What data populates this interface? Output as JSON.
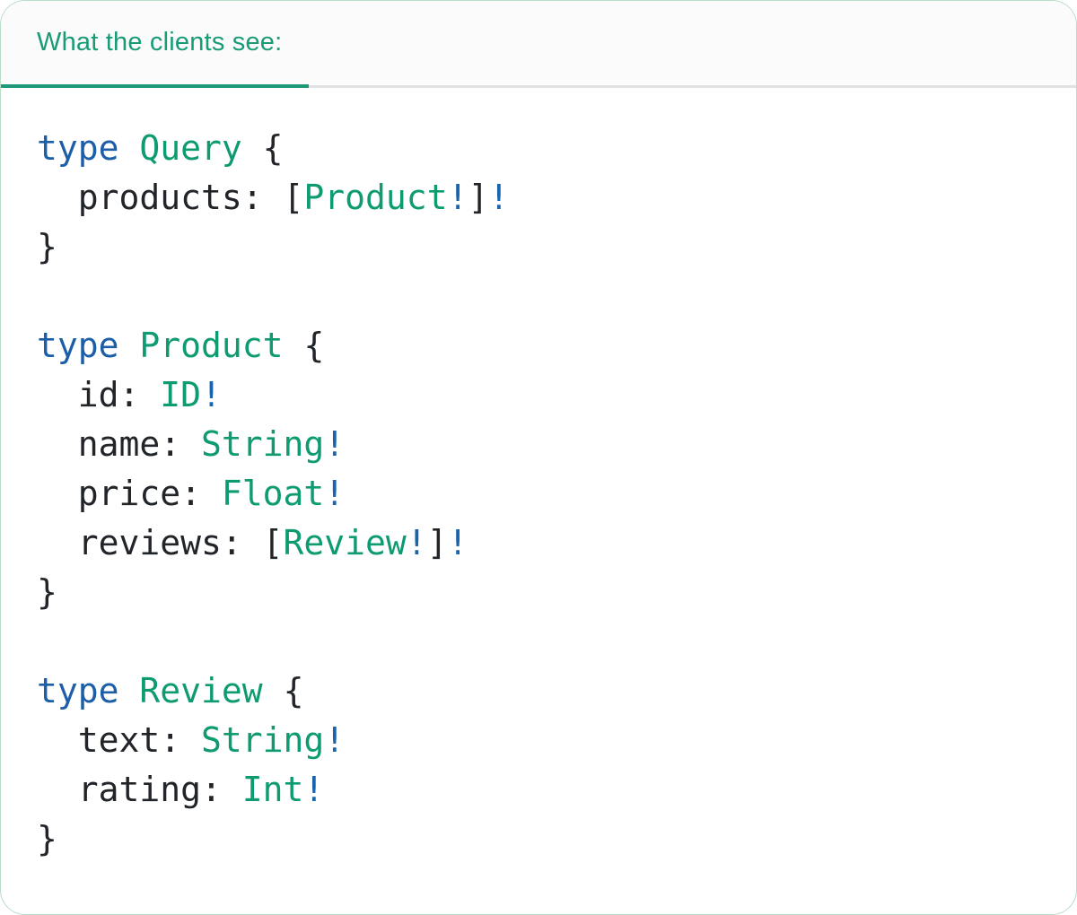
{
  "tab": {
    "label": "What the clients see:"
  },
  "colors": {
    "tab_green": "#199b77",
    "tab_underline": "#1d9a78",
    "header_rule": "#e2e2e2",
    "header_bg": "#fbfbfb",
    "card_border": "#b9dcc8",
    "card_bg": "#ffffff",
    "keyword_blue": "#1c5fa8",
    "type_green": "#0e9b71",
    "bang_blue": "#1a63ad",
    "plain": "#212529"
  },
  "code": {
    "language": "graphql",
    "lines": [
      [
        {
          "text": "type",
          "style": "keyword"
        },
        {
          "text": " ",
          "style": "plain"
        },
        {
          "text": "Query",
          "style": "type"
        },
        {
          "text": " {",
          "style": "plain"
        }
      ],
      [
        {
          "text": "  products: [",
          "style": "plain"
        },
        {
          "text": "Product",
          "style": "type"
        },
        {
          "text": "!",
          "style": "bang"
        },
        {
          "text": "]",
          "style": "plain"
        },
        {
          "text": "!",
          "style": "bang"
        }
      ],
      [
        {
          "text": "}",
          "style": "plain"
        }
      ],
      [],
      [
        {
          "text": "type",
          "style": "keyword"
        },
        {
          "text": " ",
          "style": "plain"
        },
        {
          "text": "Product",
          "style": "type"
        },
        {
          "text": " {",
          "style": "plain"
        }
      ],
      [
        {
          "text": "  id: ",
          "style": "plain"
        },
        {
          "text": "ID",
          "style": "type"
        },
        {
          "text": "!",
          "style": "bang"
        }
      ],
      [
        {
          "text": "  name: ",
          "style": "plain"
        },
        {
          "text": "String",
          "style": "type"
        },
        {
          "text": "!",
          "style": "bang"
        }
      ],
      [
        {
          "text": "  price: ",
          "style": "plain"
        },
        {
          "text": "Float",
          "style": "type"
        },
        {
          "text": "!",
          "style": "bang"
        }
      ],
      [
        {
          "text": "  reviews: [",
          "style": "plain"
        },
        {
          "text": "Review",
          "style": "type"
        },
        {
          "text": "!",
          "style": "bang"
        },
        {
          "text": "]",
          "style": "plain"
        },
        {
          "text": "!",
          "style": "bang"
        }
      ],
      [
        {
          "text": "}",
          "style": "plain"
        }
      ],
      [],
      [
        {
          "text": "type",
          "style": "keyword"
        },
        {
          "text": " ",
          "style": "plain"
        },
        {
          "text": "Review",
          "style": "type"
        },
        {
          "text": " {",
          "style": "plain"
        }
      ],
      [
        {
          "text": "  text: ",
          "style": "plain"
        },
        {
          "text": "String",
          "style": "type"
        },
        {
          "text": "!",
          "style": "bang"
        }
      ],
      [
        {
          "text": "  rating: ",
          "style": "plain"
        },
        {
          "text": "Int",
          "style": "type"
        },
        {
          "text": "!",
          "style": "bang"
        }
      ],
      [
        {
          "text": "}",
          "style": "plain"
        }
      ]
    ]
  }
}
